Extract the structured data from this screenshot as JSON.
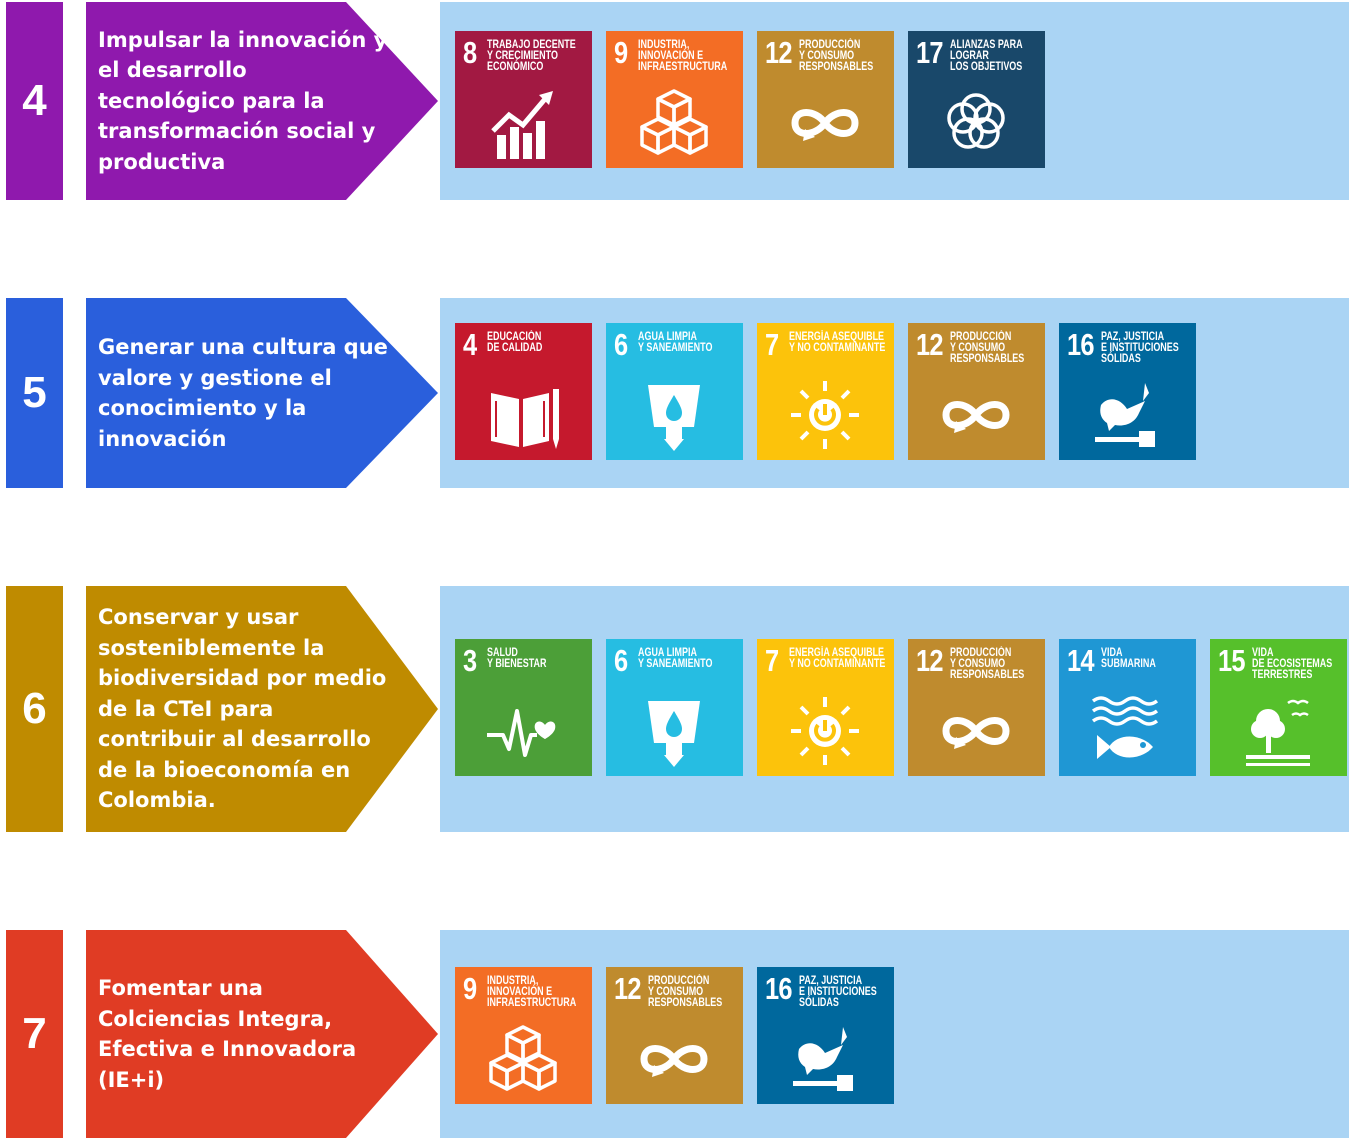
{
  "objectives": [
    {
      "number": "4",
      "color": "#8f19ad",
      "text": "Impulsar la innovación y el desarrollo tecnológico para la transformación social y productiva",
      "goals": [
        {
          "num": "8",
          "label": "TRABAJO DECENTE\nY CRECIMIENTO\nECONÓMICO",
          "color": "#a21942",
          "icon": "growth-chart-icon"
        },
        {
          "num": "9",
          "label": "INDUSTRIA,\nINNOVACIÓN E\nINFRAESTRUCTURA",
          "color": "#f36d25",
          "icon": "cubes-icon"
        },
        {
          "num": "12",
          "label": "PRODUCCIÓN\nY CONSUMO\nRESPONSABLES",
          "color": "#bf8b2e",
          "icon": "infinity-icon"
        },
        {
          "num": "17",
          "label": "ALIANZAS PARA\nLOGRAR\nLOS OBJETIVOS",
          "color": "#19486a",
          "icon": "rings-flower-icon"
        }
      ]
    },
    {
      "number": "5",
      "color": "#2a5fdc",
      "text": "Generar una cultura que valore y gestione el conocimiento y la innovación",
      "goals": [
        {
          "num": "4",
          "label": "EDUCACIÓN\nDE CALIDAD",
          "color": "#c5192d",
          "icon": "book-pencil-icon"
        },
        {
          "num": "6",
          "label": "AGUA LIMPIA\nY SANEAMIENTO",
          "color": "#26bde2",
          "icon": "water-glass-icon"
        },
        {
          "num": "7",
          "label": "ENERGÍA ASEQUIBLE\nY NO CONTAMINANTE",
          "color": "#fcc30b",
          "icon": "sun-power-icon"
        },
        {
          "num": "12",
          "label": "PRODUCCIÓN\nY CONSUMO\nRESPONSABLES",
          "color": "#bf8b2e",
          "icon": "infinity-icon"
        },
        {
          "num": "16",
          "label": "PAZ, JUSTICIA\nE INSTITUCIONES\nSÓLIDAS",
          "color": "#00689d",
          "icon": "dove-gavel-icon"
        }
      ]
    },
    {
      "number": "6",
      "color": "#bf8b00",
      "text": "Conservar y usar sosteniblemente la biodiversidad por medio de la CTeI para contribuir al desarrollo de la bioeconomía en Colombia.",
      "goals": [
        {
          "num": "3",
          "label": "SALUD\nY BIENESTAR",
          "color": "#4c9f38",
          "icon": "heartbeat-icon"
        },
        {
          "num": "6",
          "label": "AGUA LIMPIA\nY SANEAMIENTO",
          "color": "#26bde2",
          "icon": "water-glass-icon"
        },
        {
          "num": "7",
          "label": "ENERGÍA ASEQUIBLE\nY NO CONTAMINANTE",
          "color": "#fcc30b",
          "icon": "sun-power-icon"
        },
        {
          "num": "12",
          "label": "PRODUCCIÓN\nY CONSUMO\nRESPONSABLES",
          "color": "#bf8b2e",
          "icon": "infinity-icon"
        },
        {
          "num": "14",
          "label": "VIDA\nSUBMARINA",
          "color": "#1f97d4",
          "icon": "fish-waves-icon"
        },
        {
          "num": "15",
          "label": "VIDA\nDE ECOSISTEMAS\nTERRESTRES",
          "color": "#56c02b",
          "icon": "tree-birds-icon"
        }
      ]
    },
    {
      "number": "7",
      "color": "#e03c24",
      "text": "Fomentar una Colciencias Integra, Efectiva e Innovadora (IE+i)",
      "goals": [
        {
          "num": "9",
          "label": "INDUSTRIA,\nINNOVACIÓN E\nINFRAESTRUCTURA",
          "color": "#f36d25",
          "icon": "cubes-icon"
        },
        {
          "num": "12",
          "label": "PRODUCCIÓN\nY CONSUMO\nRESPONSABLES",
          "color": "#bf8b2e",
          "icon": "infinity-icon"
        },
        {
          "num": "16",
          "label": "PAZ, JUSTICIA\nE INSTITUCIONES\nSÓLIDAS",
          "color": "#00689d",
          "icon": "dove-gavel-icon"
        }
      ]
    }
  ]
}
